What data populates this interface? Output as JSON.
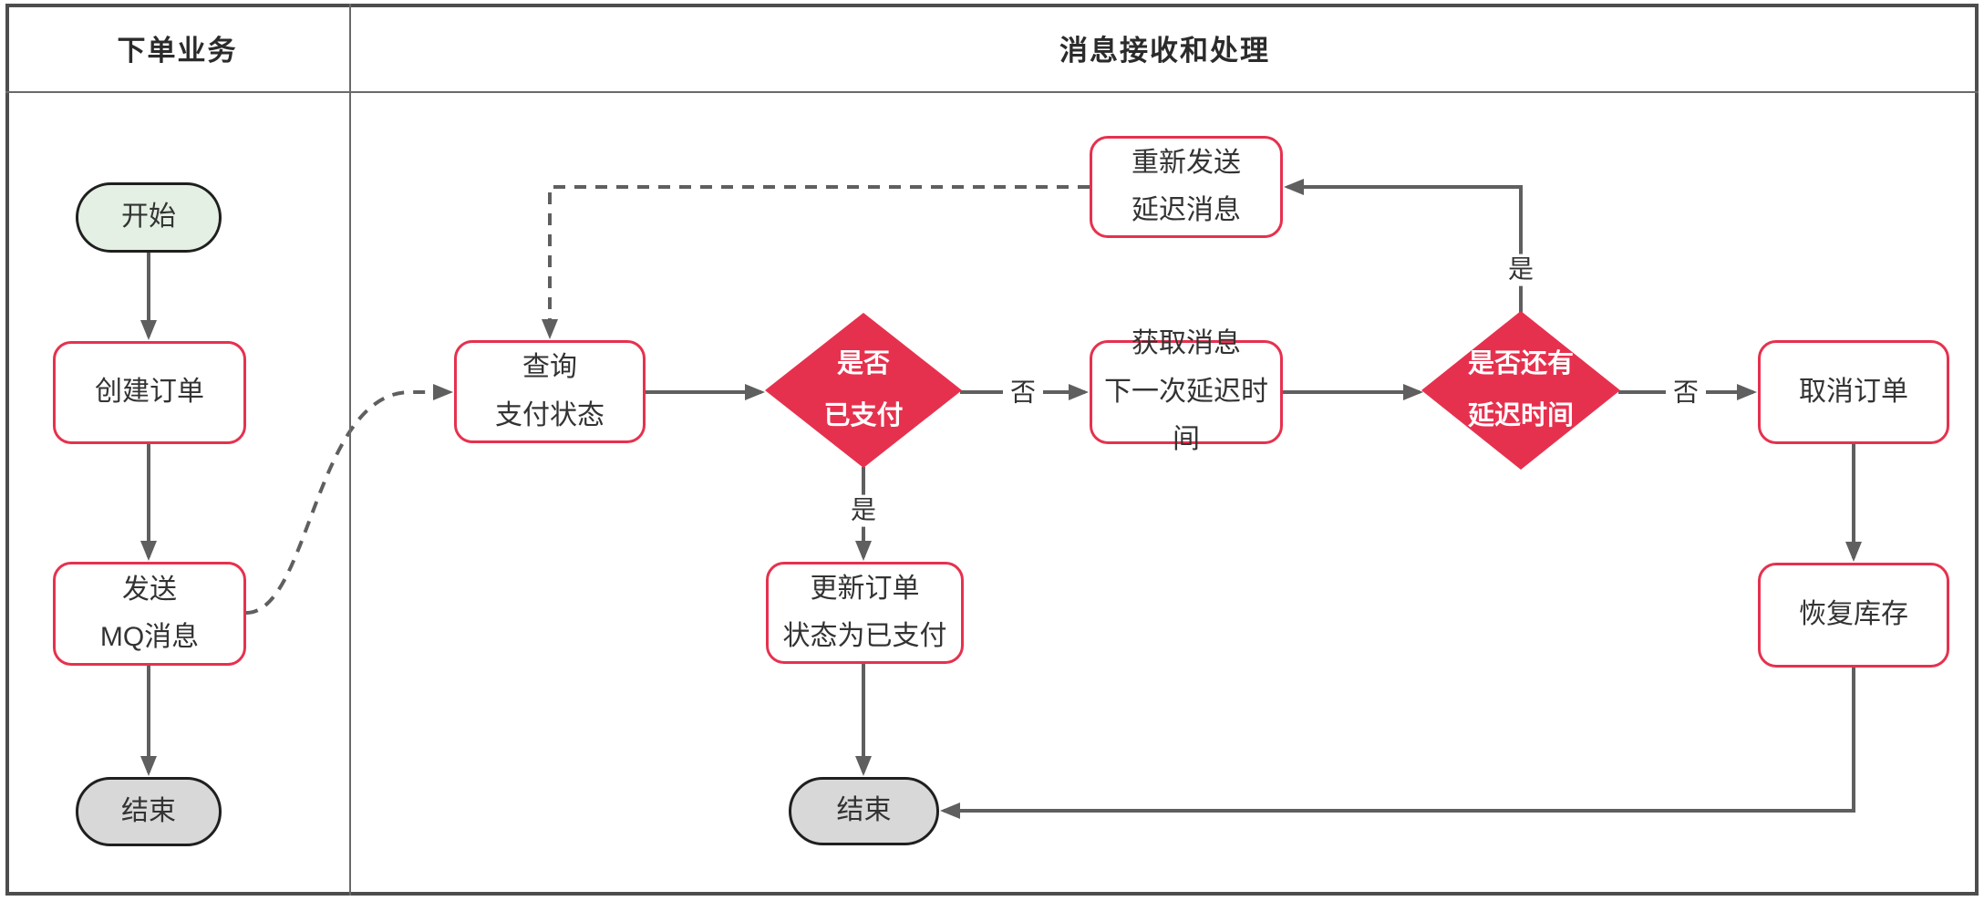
{
  "lanes": {
    "left_header": "下单业务",
    "right_header": "消息接收和处理"
  },
  "nodes": {
    "start": {
      "label": "开始"
    },
    "create_order": {
      "label": "创建订单"
    },
    "send_mq": {
      "line1": "发送",
      "line2": "MQ消息"
    },
    "end_left": {
      "label": "结束"
    },
    "query_status": {
      "line1": "查询",
      "line2": "支付状态"
    },
    "is_paid": {
      "line1": "是否",
      "line2": "已支付"
    },
    "update_order": {
      "line1": "更新订单",
      "line2": "状态为已支付"
    },
    "get_message": {
      "line1": "获取消息",
      "line2": "下一次延迟时间"
    },
    "has_delay": {
      "line1": "是否还有",
      "line2": "延迟时间"
    },
    "resend_delay": {
      "line1": "重新发送",
      "line2": "延迟消息"
    },
    "cancel_order": {
      "label": "取消订单"
    },
    "restore_stock": {
      "label": "恢复库存"
    },
    "end_right": {
      "label": "结束"
    }
  },
  "edge_labels": {
    "is_paid_no": "否",
    "is_paid_yes": "是",
    "has_delay_no": "否",
    "has_delay_yes": "是"
  },
  "colors": {
    "accent_red": "#e6314e",
    "connector_gray": "#5f5f5f",
    "frame_gray": "#4d4d4d",
    "start_fill": "#e3f0e3",
    "end_fill": "#d8d8d8",
    "text_dark": "#333333"
  }
}
